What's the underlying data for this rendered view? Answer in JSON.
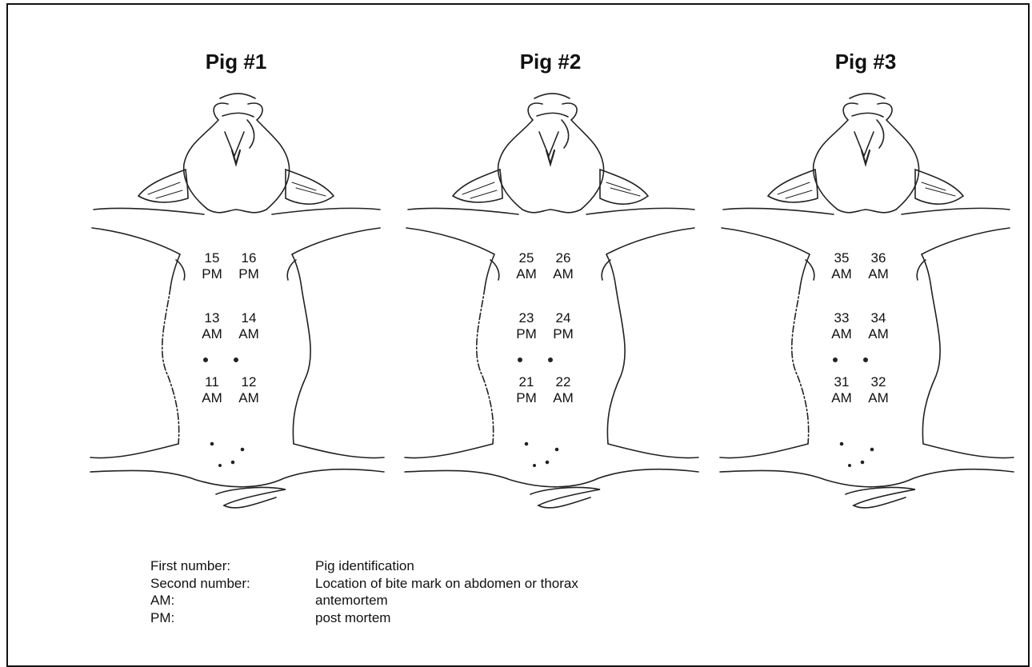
{
  "pigs": [
    {
      "title": "Pig #1",
      "labels": [
        {
          "num": "15",
          "state": "PM"
        },
        {
          "num": "16",
          "state": "PM"
        },
        {
          "num": "13",
          "state": "AM"
        },
        {
          "num": "14",
          "state": "AM"
        },
        {
          "num": "11",
          "state": "AM"
        },
        {
          "num": "12",
          "state": "AM"
        }
      ]
    },
    {
      "title": "Pig #2",
      "labels": [
        {
          "num": "25",
          "state": "AM"
        },
        {
          "num": "26",
          "state": "AM"
        },
        {
          "num": "23",
          "state": "PM"
        },
        {
          "num": "24",
          "state": "PM"
        },
        {
          "num": "21",
          "state": "PM"
        },
        {
          "num": "22",
          "state": "AM"
        }
      ]
    },
    {
      "title": "Pig #3",
      "labels": [
        {
          "num": "35",
          "state": "AM"
        },
        {
          "num": "36",
          "state": "AM"
        },
        {
          "num": "33",
          "state": "AM"
        },
        {
          "num": "34",
          "state": "AM"
        },
        {
          "num": "31",
          "state": "AM"
        },
        {
          "num": "32",
          "state": "AM"
        }
      ]
    }
  ],
  "legend": [
    {
      "term": "First number:",
      "desc": "Pig identification"
    },
    {
      "term": "Second number:",
      "desc": "Location of bite mark on abdomen or thorax"
    },
    {
      "term": "AM:",
      "desc": "antemortem"
    },
    {
      "term": "PM:",
      "desc": "post mortem"
    }
  ]
}
